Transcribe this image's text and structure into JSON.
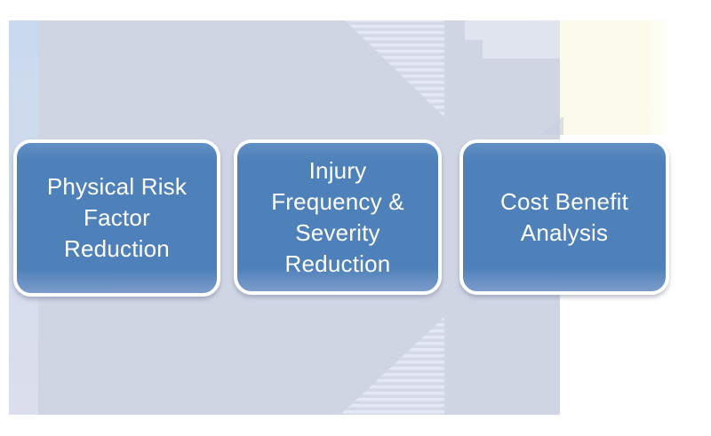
{
  "colors": {
    "page_bg": "#ffffff",
    "box_fill": "#4e80ba",
    "box_fill_top": "#6290c5",
    "box_fill_bottom": "#7c9cca",
    "box_border": "#ffffff",
    "box_text": "#ffffff",
    "bg_main": "#cfd5e3",
    "bg_left_strip_top": "#c9daee",
    "bg_left_strip_bottom": "#dcdeeb",
    "bg_stripe_a": "#d4d9e7",
    "bg_stripe_b": "#e4e8f2",
    "bg_light_block": "#e0e4ef",
    "bg_cream": "#fbfbec",
    "bg_cream_fade": "#ffffff",
    "bg_notch_mark": "#c6cede"
  },
  "diagram": {
    "boxes": [
      {
        "lines": [
          "Physical Risk",
          "Factor",
          "Reduction"
        ]
      },
      {
        "lines": [
          "Injury",
          "Frequency &",
          "Severity",
          "Reduction"
        ]
      },
      {
        "lines": [
          "Cost Benefit",
          "Analysis"
        ]
      }
    ]
  }
}
